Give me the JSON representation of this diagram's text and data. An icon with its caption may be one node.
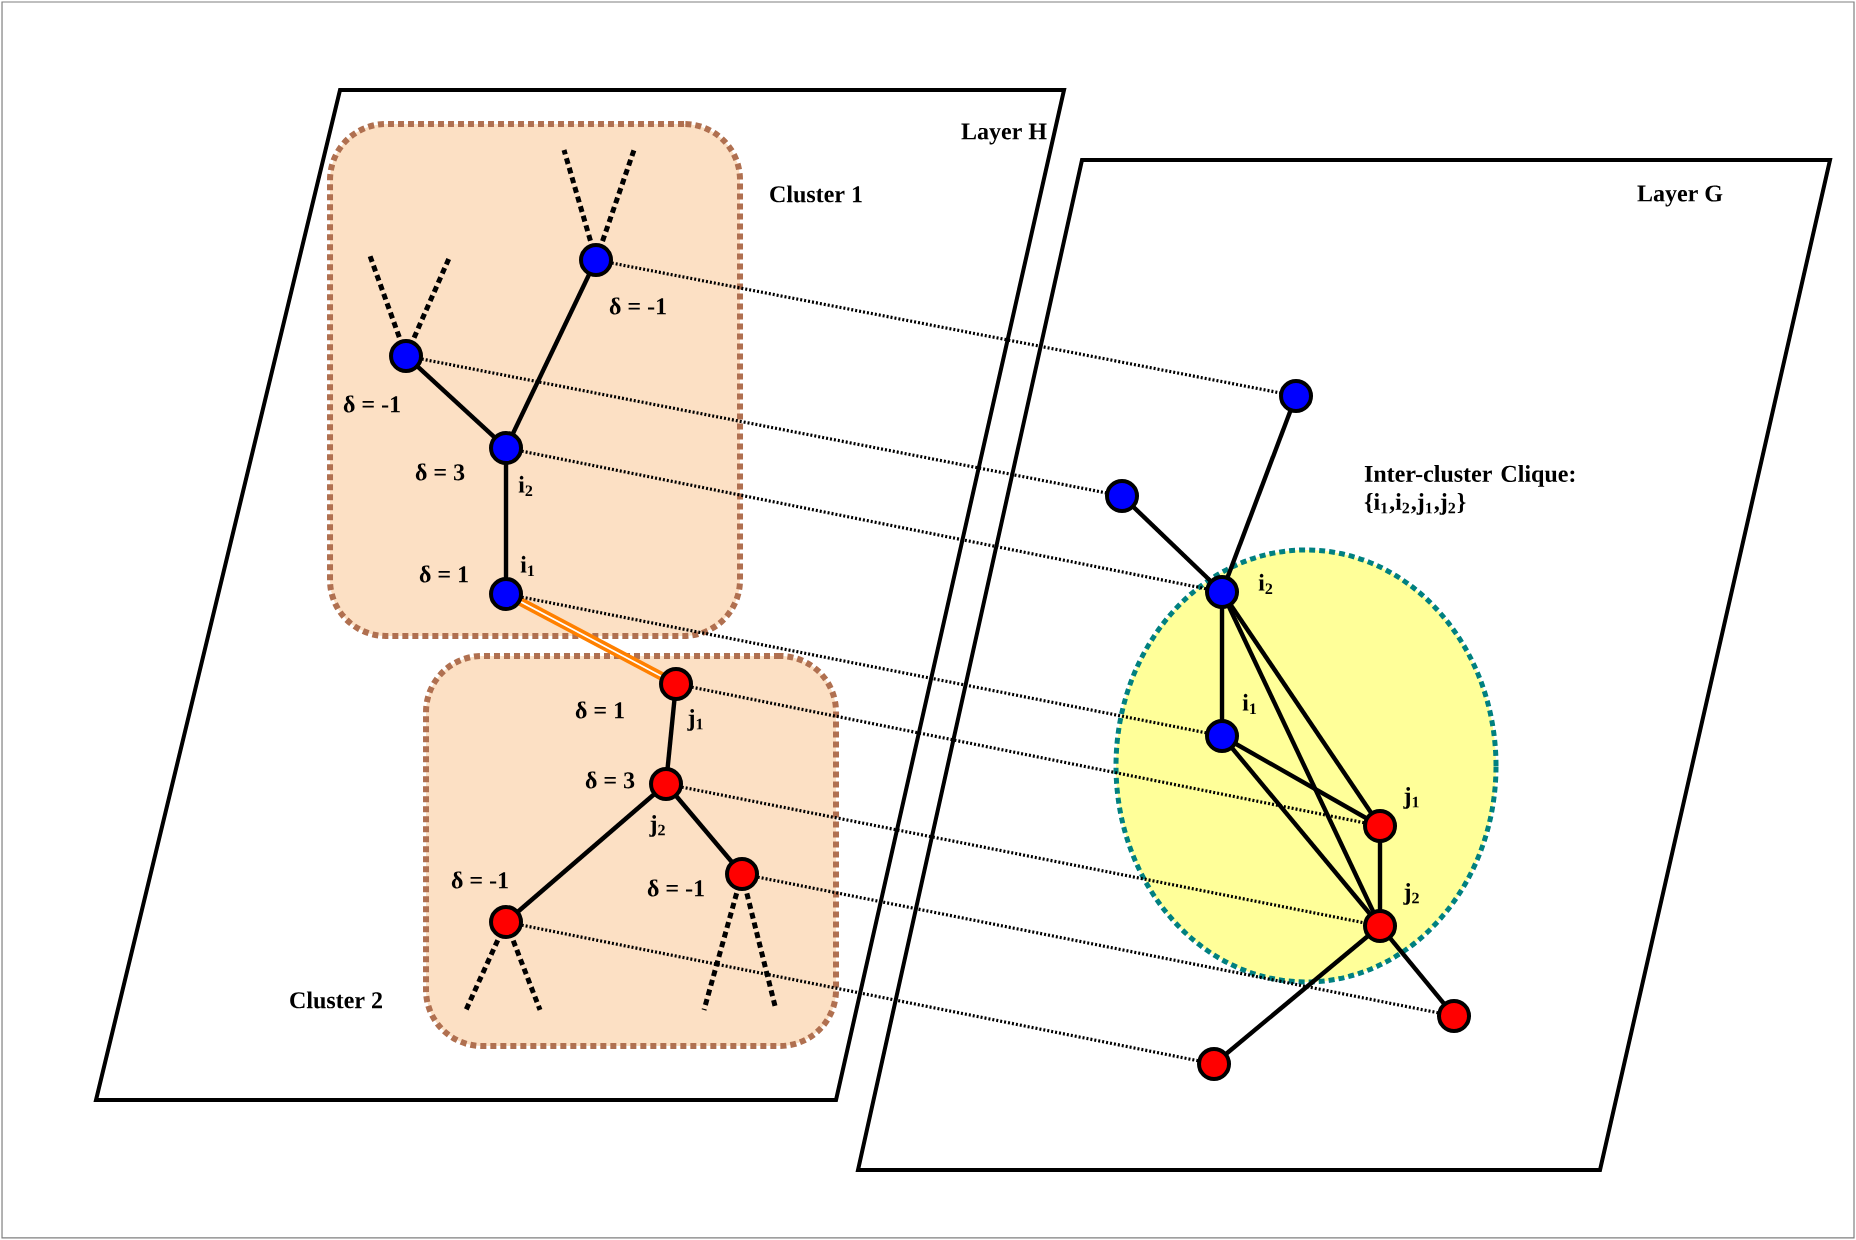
{
  "diagram": {
    "nodes": [
      {
        "text": [
          "Layer H"
        ]
      },
      {
        "text": [
          "Cluster 1"
        ],
        "in": 0
      },
      {
        "text": [],
        "shape": "circle",
        "beside": [
          "δ = -1"
        ],
        "in": 1
      },
      {
        "text": [],
        "shape": "circle",
        "beside": [
          "δ = -1"
        ],
        "in": 1
      },
      {
        "text": [],
        "shape": "circle",
        "beside": [
          "δ = 3",
          "i$_{2}$"
        ],
        "in": 1
      },
      {
        "text": [],
        "shape": "circle",
        "beside": [
          "δ = 1",
          "i$_{1}$"
        ],
        "in": 1
      },
      {
        "text": [
          "Cluster 2"
        ],
        "in": 0
      },
      {
        "text": [],
        "shape": "circle",
        "beside": [
          "δ = 1",
          "j$_{1}$"
        ],
        "in": 6
      },
      {
        "text": [],
        "shape": "circle",
        "beside": [
          "δ = 3",
          "j$_{2}$"
        ],
        "in": 6
      },
      {
        "text": [],
        "shape": "circle",
        "beside": [
          "δ = -1"
        ],
        "in": 6
      },
      {
        "text": [],
        "shape": "circle",
        "beside": [
          "δ = -1"
        ],
        "in": 6
      },
      {
        "text": [
          "Layer G"
        ]
      },
      {
        "text": [
          "Inter-cluster Clique: {i$_{1}$,i$_{2}$,j$_{1}$,j$_{2}$}"
        ],
        "in": 11
      },
      {
        "text": [],
        "shape": "circle",
        "in": 11
      },
      {
        "text": [],
        "shape": "circle",
        "in": 11
      },
      {
        "text": [],
        "shape": "circle",
        "beside": [
          "i$_{2}$"
        ],
        "in": 12
      },
      {
        "text": [],
        "shape": "circle",
        "beside": [
          "i$_{1}$"
        ],
        "in": 12
      },
      {
        "text": [],
        "shape": "circle",
        "beside": [
          "j$_{1}$"
        ],
        "in": 12
      },
      {
        "text": [],
        "shape": "circle",
        "beside": [
          "j$_{2}$"
        ],
        "in": 12
      },
      {
        "text": [],
        "shape": "circle",
        "in": 11
      },
      {
        "text": [],
        "shape": "circle",
        "in": 11
      }
    ],
    "edges": [
      {
        "from": 4,
        "to": 2,
        "arrow": "none"
      },
      {
        "from": 4,
        "to": 3,
        "arrow": "none"
      },
      {
        "from": 4,
        "to": 5,
        "arrow": "none"
      },
      {
        "from": 5,
        "to": 7,
        "arrow": "none",
        "style": "thick",
        "color": "#ff8000"
      },
      {
        "from": 7,
        "to": 8,
        "arrow": "none"
      },
      {
        "from": 8,
        "to": 9,
        "arrow": "none"
      },
      {
        "from": 8,
        "to": 10,
        "arrow": "none"
      },
      {
        "from": 2,
        "to": 13,
        "arrow": "none",
        "style": "dashed"
      },
      {
        "from": 3,
        "to": 14,
        "arrow": "none",
        "style": "dashed"
      },
      {
        "from": 4,
        "to": 15,
        "arrow": "none",
        "style": "dashed"
      },
      {
        "from": 5,
        "to": 16,
        "arrow": "none",
        "style": "dashed"
      },
      {
        "from": 7,
        "to": 17,
        "arrow": "none",
        "style": "dashed"
      },
      {
        "from": 8,
        "to": 18,
        "arrow": "none",
        "style": "dashed"
      },
      {
        "from": 10,
        "to": 20,
        "arrow": "none",
        "style": "dashed"
      },
      {
        "from": 9,
        "to": 19,
        "arrow": "none",
        "style": "dashed"
      },
      {
        "from": 13,
        "to": 15,
        "arrow": "none"
      },
      {
        "from": 14,
        "to": 15,
        "arrow": "none"
      },
      {
        "from": 15,
        "to": 16,
        "arrow": "none"
      },
      {
        "from": 15,
        "to": 17,
        "arrow": "none"
      },
      {
        "from": 15,
        "to": 18,
        "arrow": "none"
      },
      {
        "from": 16,
        "to": 17,
        "arrow": "none"
      },
      {
        "from": 16,
        "to": 18,
        "arrow": "none"
      },
      {
        "from": 17,
        "to": 18,
        "arrow": "none"
      },
      {
        "from": 18,
        "to": 19,
        "arrow": "none"
      },
      {
        "from": 18,
        "to": 20,
        "arrow": "none"
      },
      {
        "from": 2,
        "to": null,
        "arrow": "none",
        "style": "dashed"
      },
      {
        "from": 2,
        "to": null,
        "arrow": "none",
        "style": "dashed"
      },
      {
        "from": 3,
        "to": null,
        "arrow": "none",
        "style": "dashed"
      },
      {
        "from": 3,
        "to": null,
        "arrow": "none",
        "style": "dashed"
      },
      {
        "from": 9,
        "to": null,
        "arrow": "none",
        "style": "dashed"
      },
      {
        "from": 9,
        "to": null,
        "arrow": "none",
        "style": "dashed"
      },
      {
        "from": 10,
        "to": null,
        "arrow": "none",
        "style": "dashed"
      },
      {
        "from": 10,
        "to": null,
        "arrow": "none",
        "style": "dashed"
      }
    ]
  }
}
